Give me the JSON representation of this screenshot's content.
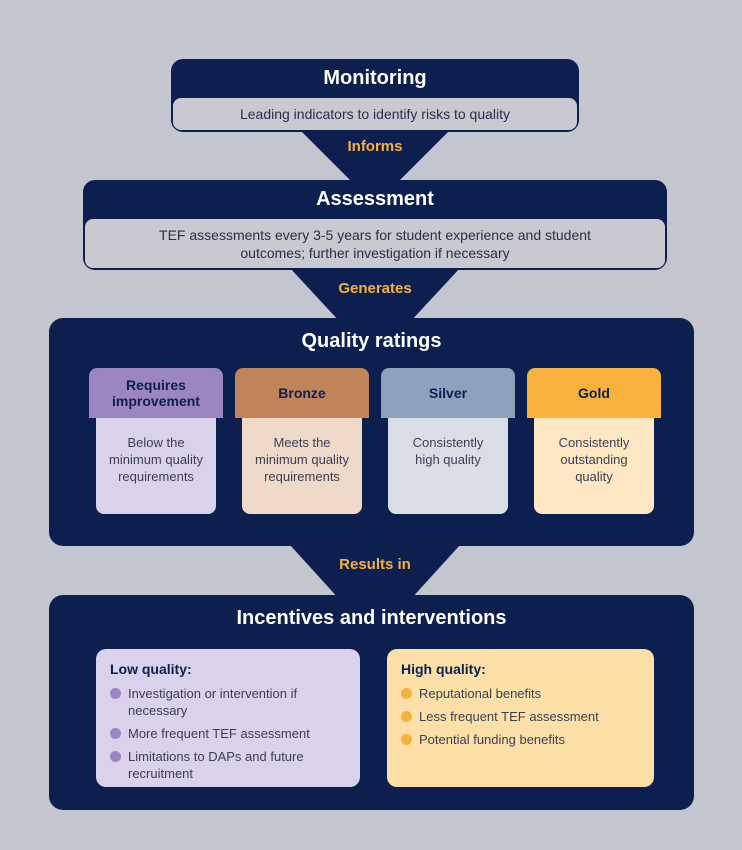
{
  "monitoring": {
    "title": "Monitoring",
    "description": "Leading indicators to identify risks to quality"
  },
  "informs_label": "Informs",
  "assessment": {
    "title": "Assessment",
    "description_line1": "TEF assessments every 3-5 years for student experience and student",
    "description_line2": "outcomes; further investigation if necessary"
  },
  "generates_label": "Generates",
  "quality_ratings": {
    "title": "Quality ratings",
    "ratings": [
      {
        "name_line1": "Requires",
        "name_line2": "improvement",
        "desc_line1": "Below the",
        "desc_line2": "minimum quality",
        "desc_line3": "requirements"
      },
      {
        "name_line1": "Bronze",
        "name_line2": "",
        "desc_line1": "Meets the",
        "desc_line2": "minimum quality",
        "desc_line3": "requirements"
      },
      {
        "name_line1": "Silver",
        "name_line2": "",
        "desc_line1": "Consistently",
        "desc_line2": "high quality",
        "desc_line3": ""
      },
      {
        "name_line1": "Gold",
        "name_line2": "",
        "desc_line1": "Consistently",
        "desc_line2": "outstanding",
        "desc_line3": "quality"
      }
    ]
  },
  "results_label": "Results in",
  "incentives": {
    "title": "Incentives and interventions",
    "low": {
      "heading": "Low quality:",
      "items": [
        "Investigation or intervention if necessary",
        "More frequent TEF assessment",
        "Limitations to DAPs and future recruitment"
      ]
    },
    "high": {
      "heading": "High quality:",
      "items": [
        "Reputational benefits",
        "Less frequent TEF assessment",
        "Potential funding benefits"
      ]
    }
  },
  "colors": {
    "navy": "#0d1f4f",
    "accent_yellow": "#f7b13d",
    "requires_head": "#9b86c2",
    "requires_body": "#d9d2ea",
    "bronze_head": "#c0835a",
    "bronze_body": "#efd9c8",
    "silver_head": "#8ea3bb",
    "silver_body": "#d9dde5",
    "gold_head": "#f7b13d",
    "gold_body": "#fde8c3"
  }
}
